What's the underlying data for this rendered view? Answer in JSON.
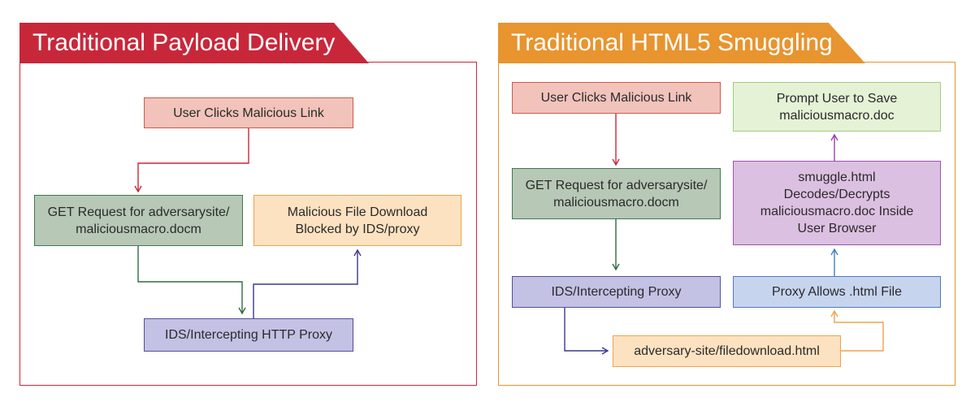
{
  "left": {
    "title": "Traditional Payload Delivery",
    "color": "#c8273a",
    "boxes": {
      "click": "User Clicks Malicious Link",
      "get": "GET Request for adversarysite/\nmaliciousmacro.docm",
      "blocked": "Malicious File Download\nBlocked by IDS/proxy",
      "proxy": "IDS/Intercepting HTTP Proxy"
    }
  },
  "right": {
    "title": "Traditional HTML5 Smuggling",
    "color": "#e8942f",
    "boxes": {
      "click": "User Clicks Malicious Link",
      "get": "GET Request for adversarysite/\nmaliciousmacro.docm",
      "proxy": "IDS/Intercepting Proxy",
      "download": "adversary-site/filedownload.html",
      "allows": "Proxy Allows .html File",
      "smuggle": "smuggle.html\nDecodes/Decrypts\nmaliciousmacro.doc Inside\nUser Browser",
      "prompt": "Prompt User to Save\nmaliciousmacro.doc"
    }
  },
  "colors": {
    "red_box_fill": "#f1c3bb",
    "red_box_border": "#d2584a",
    "red_line": "#c8273a",
    "green_box_fill": "#b7c8b6",
    "green_box_border": "#3f7a4e",
    "green_line": "#2e6b3e",
    "orange_box_fill": "#fde2c1",
    "orange_box_border": "#f0a24c",
    "orange_line": "#f0a24c",
    "purple_box_fill": "#c3c1e4",
    "purple_box_border": "#545096",
    "navy_line": "#3a3a8a",
    "blue_box_fill": "#c7d4ee",
    "blue_box_border": "#4d7bbd",
    "blue_line": "#3d7fc0",
    "violet_box_fill": "#dcc0e1",
    "violet_box_border": "#a252b4",
    "violet_line": "#9b3fb0",
    "lime_box_fill": "#e5f2d6",
    "lime_box_border": "#a2cc80"
  }
}
